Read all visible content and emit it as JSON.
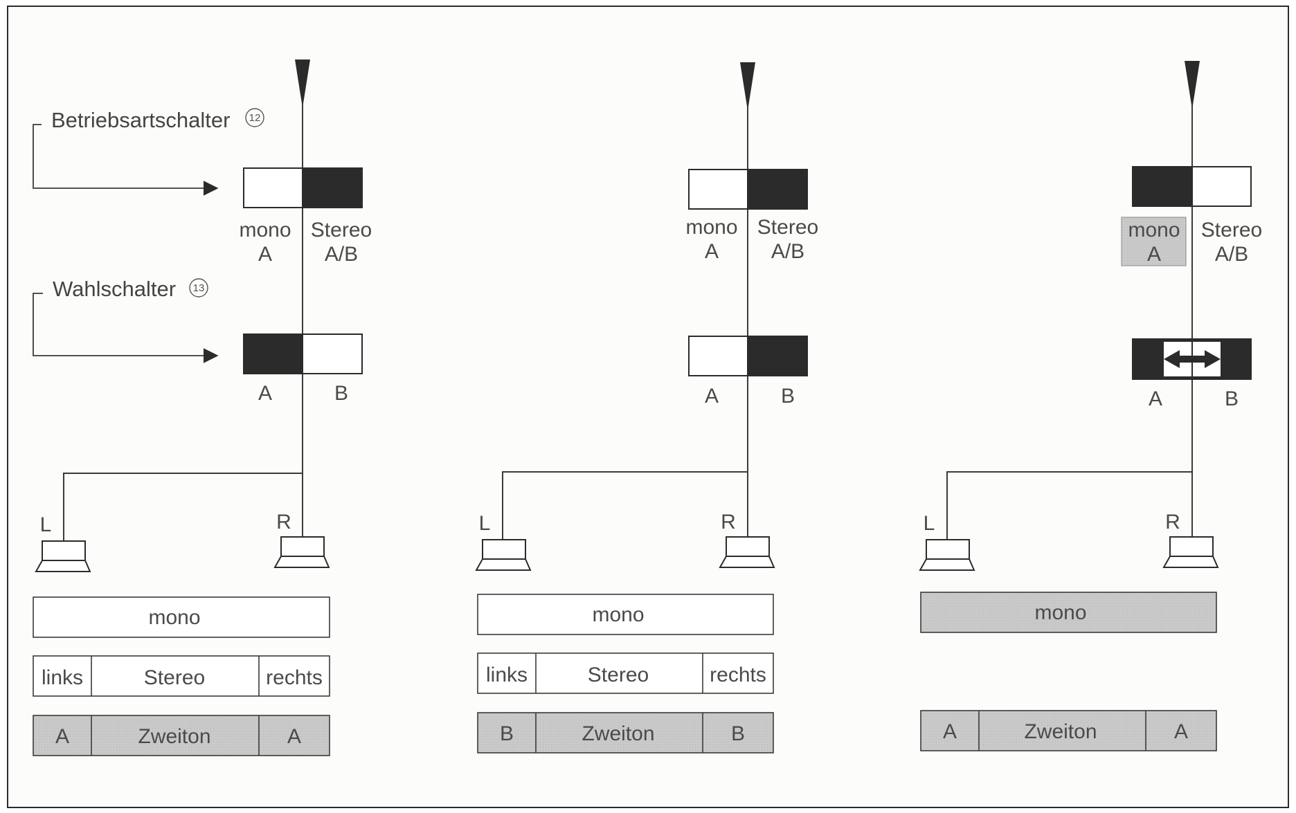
{
  "callouts": {
    "betriebsart": {
      "label": "Betriebsartschalter",
      "number": "12"
    },
    "wahl": {
      "label": "Wahlschalter",
      "number": "13"
    }
  },
  "panels": [
    {
      "mode_switch": {
        "left_top": "mono",
        "left_bottom": "A",
        "right_top": "Stereo",
        "right_bottom": "A/B"
      },
      "select_switch": {
        "left": "A",
        "right": "B"
      },
      "speakers": {
        "left": "L",
        "right": "R"
      },
      "mono_box": "mono",
      "stereo_row": [
        "links",
        "Stereo",
        "rechts"
      ],
      "zweiton_row": [
        "A",
        "Zweiton",
        "A"
      ]
    },
    {
      "mode_switch": {
        "left_top": "mono",
        "left_bottom": "A",
        "right_top": "Stereo",
        "right_bottom": "A/B"
      },
      "select_switch": {
        "left": "A",
        "right": "B"
      },
      "speakers": {
        "left": "L",
        "right": "R"
      },
      "mono_box": "mono",
      "stereo_row": [
        "links",
        "Stereo",
        "rechts"
      ],
      "zweiton_row": [
        "B",
        "Zweiton",
        "B"
      ]
    },
    {
      "mode_switch": {
        "left_top": "mono",
        "left_bottom": "A",
        "right_top": "Stereo",
        "right_bottom": "A/B"
      },
      "select_switch": {
        "left": "A",
        "right": "B"
      },
      "speakers": {
        "left": "L",
        "right": "R"
      },
      "mono_box": "mono",
      "zweiton_row": [
        "A",
        "Zweiton",
        "A"
      ]
    }
  ],
  "colors": {
    "dark": "#2b2b2b",
    "gray_fill": "#c9c9c9",
    "line": "#3a3a3a"
  }
}
